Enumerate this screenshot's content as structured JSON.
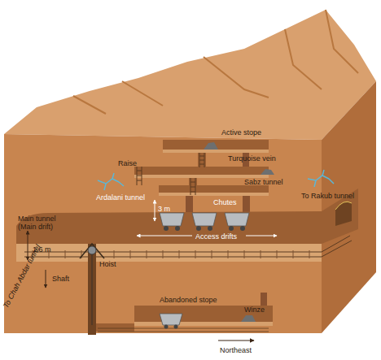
{
  "diagram": {
    "labels": [
      "Active stope",
      "Turquoise vein",
      "Raise",
      "Sabz tunnel",
      "Ardalani tunnel",
      "Chutes",
      "To Rakub tunnel",
      "3 m",
      "Main tunnel (Main drift)",
      "1.6 m",
      "Access drifts",
      "Hoist",
      "Shaft",
      "To Chah Abdar tunnel",
      "Abandoned stope",
      "Winze",
      "Northeast"
    ]
  }
}
